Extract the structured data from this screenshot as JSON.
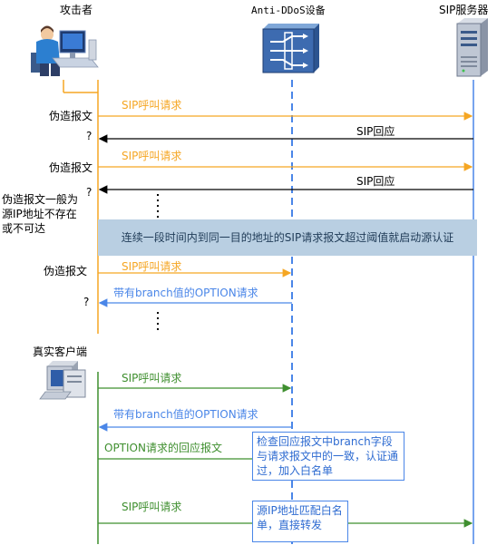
{
  "lanes": {
    "attacker": "攻击者",
    "antiddos": "Anti-DDoS设备",
    "server": "SIP服务器"
  },
  "messages": {
    "m1": "SIP呼叫请求",
    "m1_label": "伪造报文",
    "r1": "SIP回应",
    "r1_q": "?",
    "m2": "SIP呼叫请求",
    "m2_label": "伪造报文",
    "r2": "SIP回应",
    "r2_q": "?",
    "note_left": "伪造报文一般为源IP地址不存在或不可达",
    "banner": "连续一段时间内到同一目的地址的SIP请求报文超过阈值就启动源认证",
    "m3": "SIP呼叫请求",
    "m3_label": "伪造报文",
    "opt1": "带有branch值的OPTION请求",
    "opt1_q": "?",
    "real_client": "真实客户端",
    "m4": "SIP呼叫请求",
    "opt2": "带有branch值的OPTION请求",
    "opt_resp": "OPTION请求的回应报文",
    "note_check": "检查回应报文中branch字段与请求报文中的一致，认证通过，加入白名单",
    "m5": "SIP呼叫请求",
    "note_forward": "源IP地址匹配白名单，直接转发"
  },
  "colors": {
    "orange": "#f5a623",
    "blue": "#4a86e8",
    "green": "#3f8f2f",
    "black": "#000000",
    "banner": "#b9cfe2",
    "lifeline_attacker": "#f5a623",
    "lifeline_server": "#4a86e8",
    "lifeline_device": "#4a86e8"
  },
  "icons": {
    "attacker": "person-at-computer-icon",
    "device": "anti-ddos-appliance-icon",
    "server": "server-tower-icon",
    "client": "computer-terminal-icon"
  }
}
